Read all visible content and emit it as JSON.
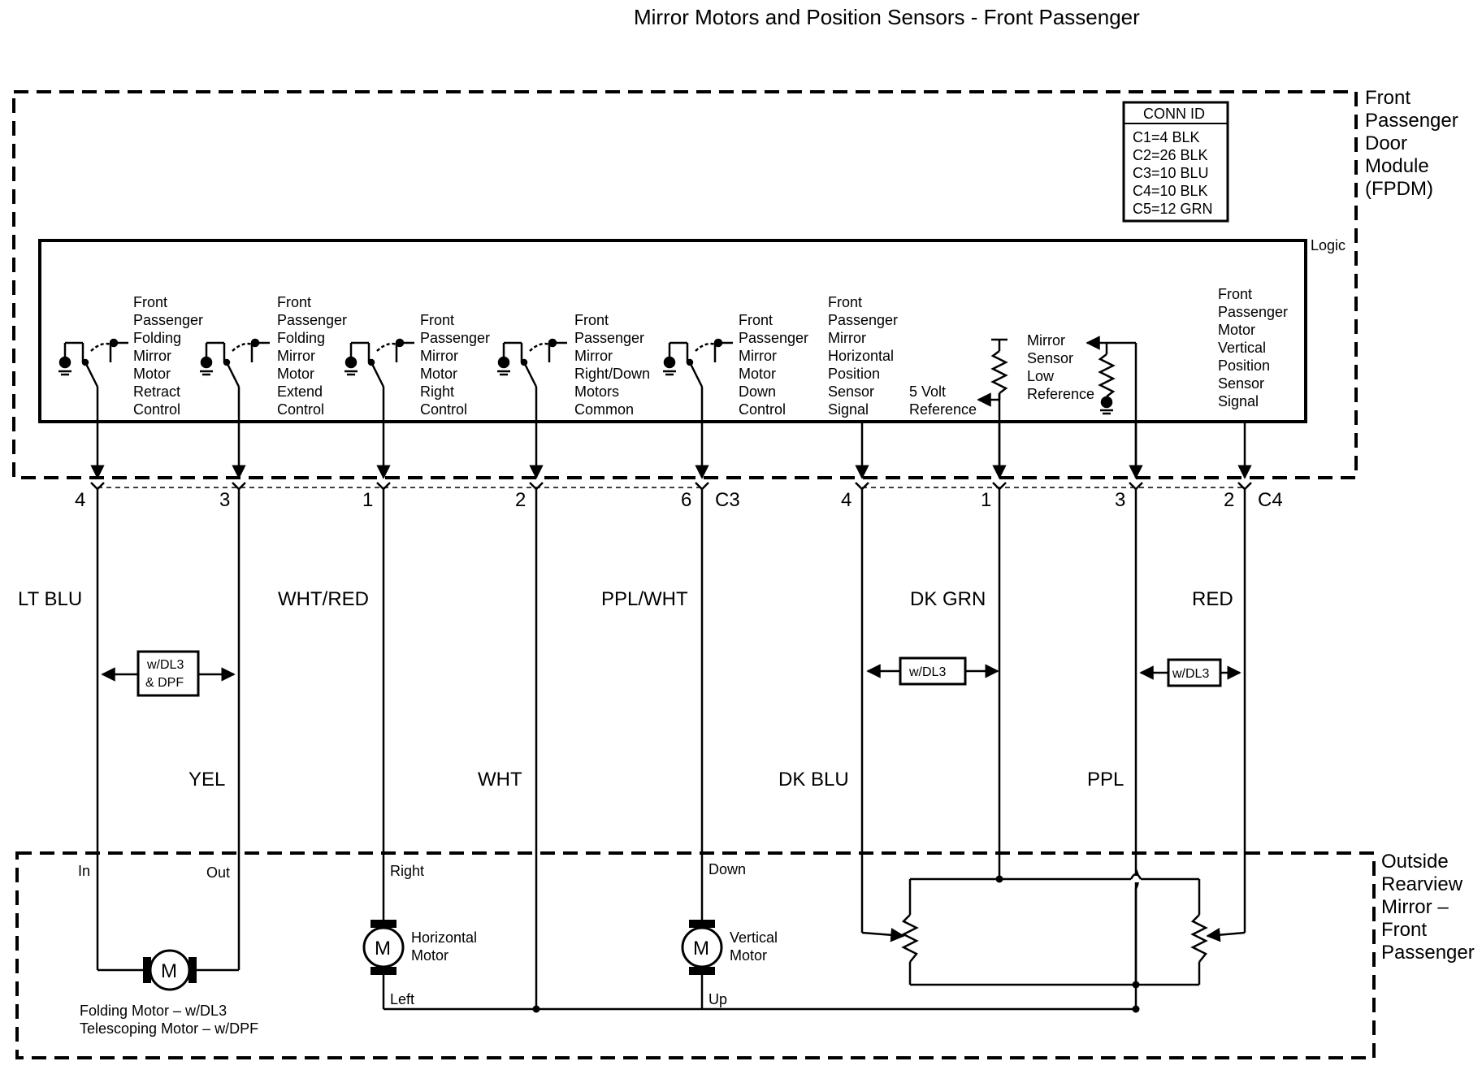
{
  "title": "Mirror Motors and Position Sensors - Front Passenger",
  "fpdm": {
    "label_lines": [
      "Front",
      "Passenger",
      "Door",
      "Module",
      "(FPDM)"
    ],
    "logic_label": "Logic"
  },
  "conn_id": {
    "header": "CONN ID",
    "entries": [
      "C1=4 BLK",
      "C2=26 BLK",
      "C3=10 BLU",
      "C4=10 BLK",
      "C5=12 GRN"
    ]
  },
  "controls": [
    {
      "lines": [
        "Front",
        "Passenger",
        "Folding",
        "Mirror",
        "Motor",
        "Retract",
        "Control"
      ]
    },
    {
      "lines": [
        "Front",
        "Passenger",
        "Folding",
        "Mirror",
        "Motor",
        "Extend",
        "Control"
      ]
    },
    {
      "lines": [
        "Front",
        "Passenger",
        "Mirror",
        "Motor",
        "Right",
        "Control"
      ]
    },
    {
      "lines": [
        "Front",
        "Passenger",
        "Mirror",
        "Right/Down",
        "Motors",
        "Common"
      ]
    },
    {
      "lines": [
        "Front",
        "Passenger",
        "Mirror",
        "Motor",
        "Down",
        "Control"
      ]
    },
    {
      "lines": [
        "Front",
        "Passenger",
        "Mirror",
        "Horizontal",
        "Position",
        "Sensor",
        "Signal"
      ]
    },
    {
      "lines": [
        "5 Volt",
        "Reference"
      ]
    },
    {
      "lines": [
        "Mirror",
        "Sensor",
        "Low",
        "Reference"
      ]
    },
    {
      "lines": [
        "Front",
        "Passenger",
        "Motor",
        "Vertical",
        "Position",
        "Sensor",
        "Signal"
      ]
    }
  ],
  "pins": [
    "4",
    "3",
    "1",
    "2",
    "6",
    "4",
    "1",
    "3",
    "2"
  ],
  "connectors": [
    "C3",
    "C4"
  ],
  "wires": [
    "LT BLU",
    "YEL",
    "WHT/RED",
    "WHT",
    "PPL/WHT",
    "DK BLU",
    "DK GRN",
    "PPL",
    "RED"
  ],
  "options": [
    "w/DL3",
    "& DPF",
    "w/DL3",
    "w/DL3"
  ],
  "mirror": {
    "label_lines": [
      "Outside",
      "Rearview",
      "Mirror –",
      "Front",
      "Passenger"
    ],
    "terminals": [
      "In",
      "Out",
      "Right",
      "Down",
      "Left",
      "Up"
    ],
    "motor_symbol": "M",
    "horizontal_motor": [
      "Horizontal",
      "Motor"
    ],
    "vertical_motor": [
      "Vertical",
      "Motor"
    ],
    "folding_note": [
      "Folding Motor – w/DL3",
      "Telescoping Motor – w/DPF"
    ]
  }
}
